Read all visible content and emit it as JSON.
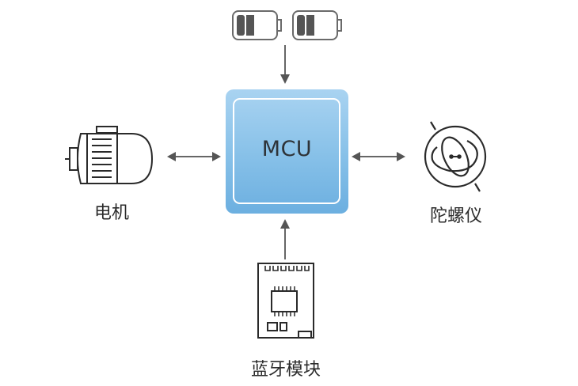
{
  "diagram": {
    "center": {
      "label": "MCU",
      "color_top": "#a9d3f1",
      "color_bottom": "#6cafe0"
    },
    "nodes": [
      {
        "id": "battery",
        "label": "",
        "icon": "battery-icon",
        "position": "top",
        "connection": "one-way-to-mcu"
      },
      {
        "id": "motor",
        "label": "电机",
        "icon": "motor-icon",
        "position": "left",
        "connection": "bidirectional"
      },
      {
        "id": "gyroscope",
        "label": "陀螺仪",
        "icon": "gyroscope-icon",
        "position": "right",
        "connection": "bidirectional"
      },
      {
        "id": "bluetooth",
        "label": "蓝牙模块",
        "icon": "bluetooth-module-icon",
        "position": "bottom",
        "connection": "one-way-to-mcu"
      }
    ],
    "arrow_color": "#666666",
    "icon_color": "#2a2a2a",
    "battery_fill_color": "#555555"
  }
}
